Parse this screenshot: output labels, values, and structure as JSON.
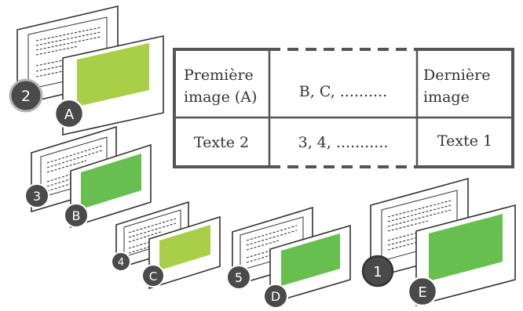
{
  "colors": {
    "badge_fill": "#4a4a4a",
    "badge_stroke": "#b5b5b5",
    "outline": "#333333",
    "table_stroke": "#555555",
    "green_light": "#a9cf48",
    "green_mid": "#67bf4f"
  },
  "stacks": [
    {
      "badge_number": "2",
      "badge_letter": "A"
    },
    {
      "badge_number": "3",
      "badge_letter": "B"
    },
    {
      "badge_number": "4",
      "badge_letter": "C"
    },
    {
      "badge_number": "5",
      "badge_letter": "D"
    },
    {
      "badge_number": "1",
      "badge_letter": "E"
    }
  ],
  "table": {
    "row1": {
      "first": "Première image (A)",
      "middle": "B, C, ..........",
      "last": "Dernière image"
    },
    "row2": {
      "first": "Texte 2",
      "middle": "3, 4, ...........",
      "last": "Texte 1"
    }
  }
}
